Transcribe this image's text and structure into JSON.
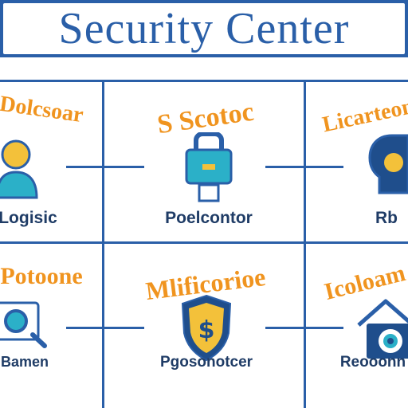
{
  "banner": {
    "title": "Security Center"
  },
  "colors": {
    "primary": "#2a5fa8",
    "accent": "#f0941f",
    "teal": "#2bb0c8",
    "yellow": "#f3c13a",
    "label": "#1f3c66"
  },
  "cells": [
    {
      "heading": "Dolcsoar",
      "label": "Logisic",
      "icon": "user-icon"
    },
    {
      "heading": "S Scotoc",
      "label": "Poelcontor",
      "icon": "padlock-icon"
    },
    {
      "heading": "Licarteonl",
      "label": "Rb",
      "icon": "head-profile-icon"
    },
    {
      "heading": "Potoone",
      "label": "Bamen",
      "icon": "search-icon"
    },
    {
      "heading": "Mlificorioe",
      "label": "Pgosonotcer",
      "icon": "dollar-shield-icon"
    },
    {
      "heading": "Icoloam",
      "label": "Reooonn",
      "icon": "house-eye-icon"
    }
  ]
}
